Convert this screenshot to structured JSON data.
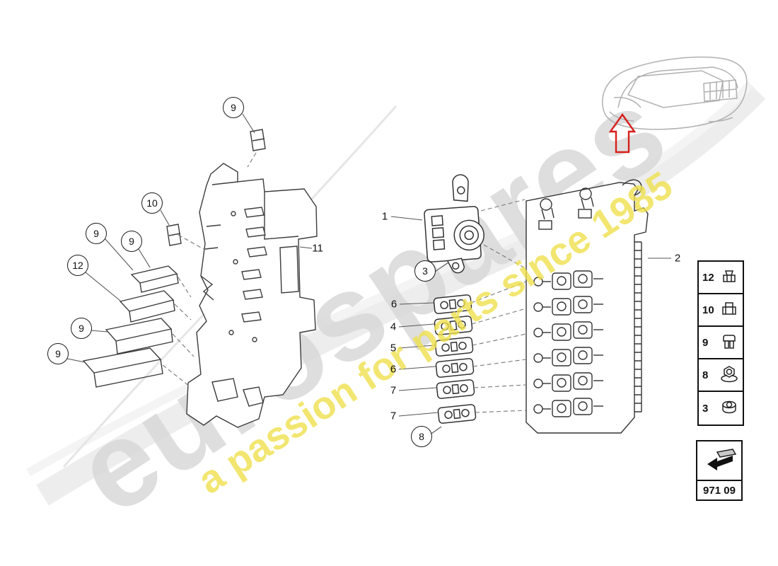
{
  "watermark": {
    "brand": "eurospares",
    "tagline": "a passion for parts since 1985"
  },
  "part_code": "971 09",
  "callouts": [
    {
      "label": "9"
    },
    {
      "label": "10"
    },
    {
      "label": "9"
    },
    {
      "label": "9"
    },
    {
      "label": "12"
    },
    {
      "label": "9"
    },
    {
      "label": "9"
    },
    {
      "label": "3"
    },
    {
      "label": "8"
    }
  ],
  "labels": [
    {
      "text": "1"
    },
    {
      "text": "11"
    },
    {
      "text": "2"
    },
    {
      "text": "6"
    },
    {
      "text": "4"
    },
    {
      "text": "5"
    },
    {
      "text": "6"
    },
    {
      "text": "7"
    },
    {
      "text": "7"
    }
  ],
  "legend": {
    "rows": [
      {
        "label": "12",
        "icon": "micro-blade-fuse-icon"
      },
      {
        "label": "10",
        "icon": "mini-blade-fuse-icon"
      },
      {
        "label": "9",
        "icon": "standard-blade-fuse-icon"
      },
      {
        "label": "8",
        "icon": "flange-nut-icon"
      },
      {
        "label": "3",
        "icon": "hex-nut-icon"
      }
    ]
  }
}
